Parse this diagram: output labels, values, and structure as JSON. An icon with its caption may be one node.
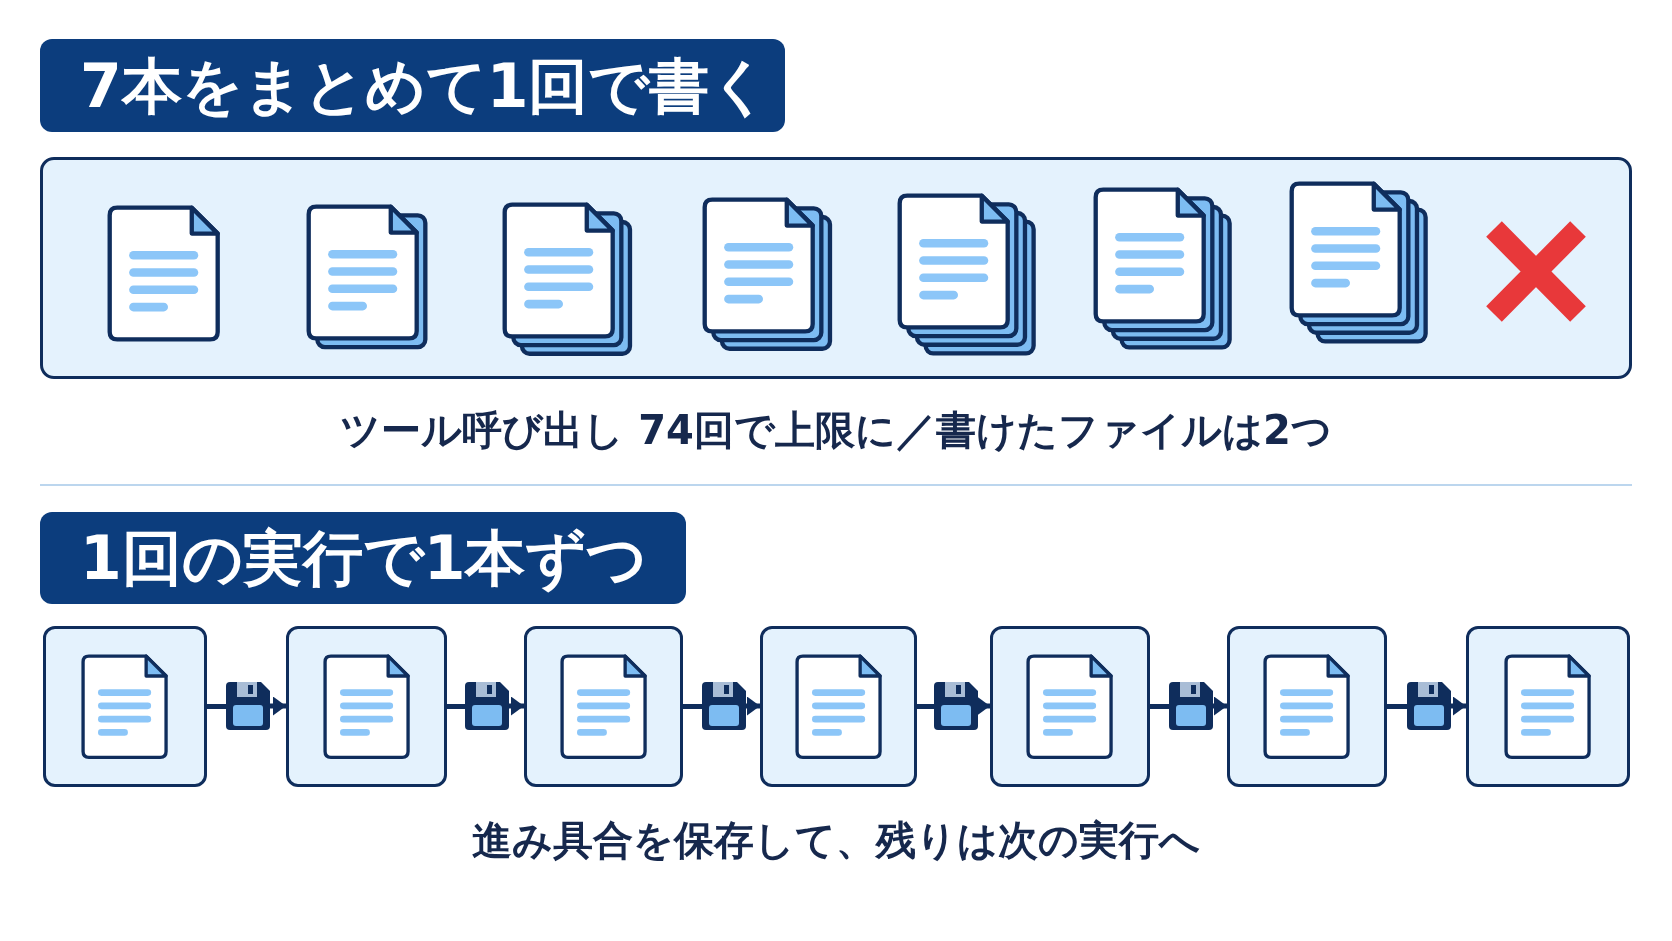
{
  "diagram": {
    "nodes": [
      {
        "text": [
          "7本をまとめて1回で書く"
        ]
      },
      {
        "text": [
          "1回の実行で1本ずつ"
        ]
      },
      {
        "text": [],
        "shape": "box"
      },
      {
        "text": [],
        "shape": "picture"
      },
      {
        "text": [],
        "shape": "box"
      },
      {
        "text": [],
        "shape": "picture"
      },
      {
        "text": [],
        "shape": "box"
      },
      {
        "text": [],
        "shape": "picture"
      },
      {
        "text": [],
        "shape": "box"
      },
      {
        "text": [],
        "shape": "picture"
      },
      {
        "text": [],
        "shape": "box"
      },
      {
        "text": [],
        "shape": "picture"
      },
      {
        "text": [],
        "shape": "box"
      },
      {
        "text": [],
        "shape": "picture"
      },
      {
        "text": [],
        "shape": "box"
      }
    ],
    "edges": [
      {
        "from": 2,
        "to": 3,
        "arrow": "none"
      },
      {
        "from": 3,
        "to": 4,
        "arrow": "to"
      },
      {
        "from": 4,
        "to": 5,
        "arrow": "none"
      },
      {
        "from": 5,
        "to": 6,
        "arrow": "to"
      },
      {
        "from": 6,
        "to": 7,
        "arrow": "none"
      },
      {
        "from": 7,
        "to": 8,
        "arrow": "to"
      },
      {
        "from": 8,
        "to": 9,
        "arrow": "none"
      },
      {
        "from": 9,
        "to": 10,
        "arrow": "to"
      },
      {
        "from": 10,
        "to": 11,
        "arrow": "none"
      },
      {
        "from": 11,
        "to": 12,
        "arrow": "to"
      },
      {
        "from": 12,
        "to": 13,
        "arrow": "none"
      },
      {
        "from": 13,
        "to": 14,
        "arrow": "to"
      }
    ],
    "labels": [
      "ツール呼び出し 74回で上限に／書けたファイルは2つ",
      "進み具合を保存して、残りは次の実行へ"
    ]
  }
}
